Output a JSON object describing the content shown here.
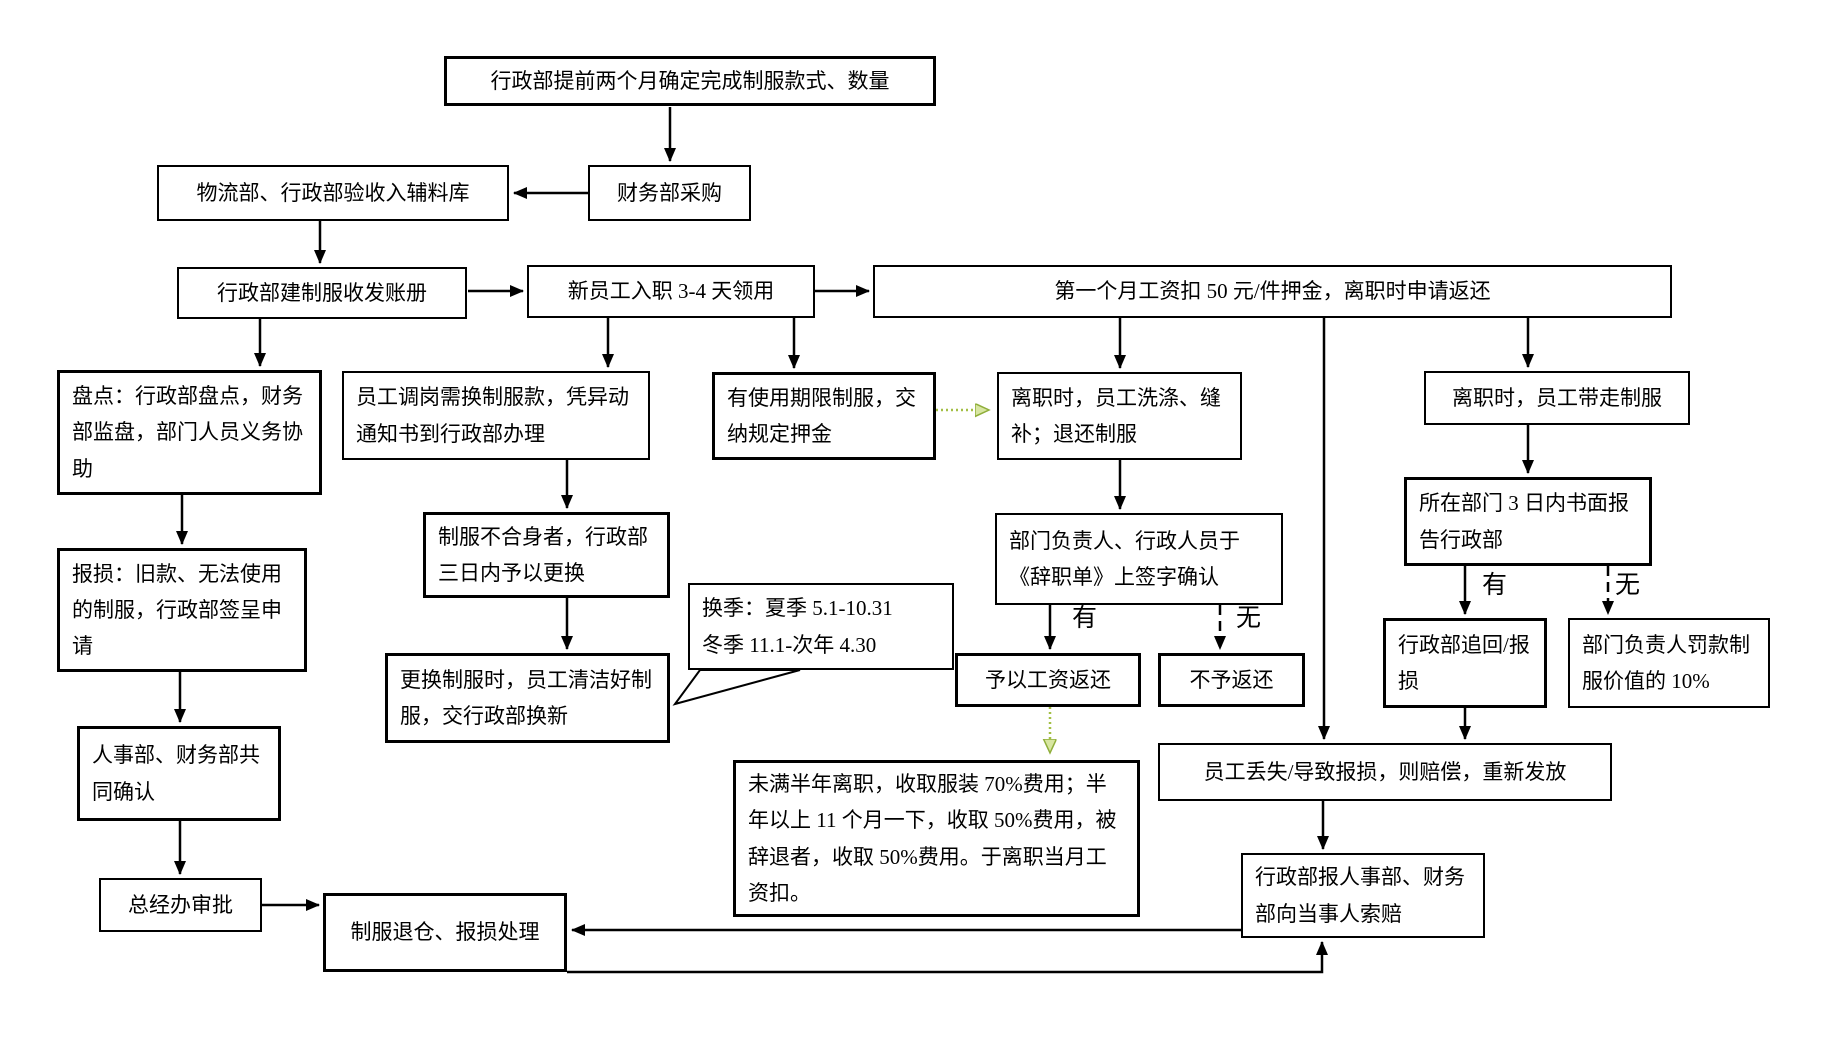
{
  "page": {
    "type": "flowchart",
    "language": "zh",
    "background": "#ffffff"
  },
  "colors": {
    "line": "#000000",
    "box_border": "#000000",
    "text": "#000000",
    "green_accent": "#a3bf45",
    "green_arrowhead_fill": "#d8e6a2"
  },
  "nodes": {
    "n1": "行政部提前两个月确定完成制服款式、数量",
    "n2": "物流部、行政部验收入辅料库",
    "n3": "财务部采购",
    "n4": "行政部建制服收发账册",
    "n5": "新员工入职 3-4 天领用",
    "n6": "第一个月工资扣 50 元/件押金，离职时申请返还",
    "n7": "盘点：行政部盘点，财务部监盘，部门人员义务协助",
    "n8": "员工调岗需换制服款，凭异动通知书到行政部办理",
    "n9": "有使用期限制服，交纳规定押金",
    "n10": "离职时，员工洗涤、缝补；退还制服",
    "n11": "离职时，员工带走制服",
    "n12": "报损：旧款、无法使用的制服，行政部签呈申请",
    "n13": "制服不合身者，行政部三日内予以更换",
    "n14": "所在部门 3 日内书面报告行政部",
    "n15": "部门负责人、行政人员于\n《辞职单》上签字确认",
    "n16": "换季：夏季 5.1-10.31\n冬季 11.1-次年 4.30",
    "n17": "更换制服时，员工清洁好制服，交行政部换新",
    "n18": "予以工资返还",
    "n19": "不予返还",
    "n20": "行政部追回/报损",
    "n21": "部门负责人罚款制服价值的 10%",
    "n22": "未满半年离职，收取服装 70%费用；半年以上 11 个月一下，收取 50%费用，被辞退者，收取 50%费用。于离职当月工资扣。",
    "n23": "员工丢失/导致报损，则赔偿，重新发放",
    "n24": "人事部、财务部共同确认",
    "n25": "总经办审批",
    "n26": "制服退仓、报损处理",
    "n27": "行政部报人事部、财务部向当事人索赔"
  },
  "branch_labels": {
    "sign_yes": "有",
    "sign_no": "无",
    "report_yes": "有",
    "report_no": "无"
  }
}
